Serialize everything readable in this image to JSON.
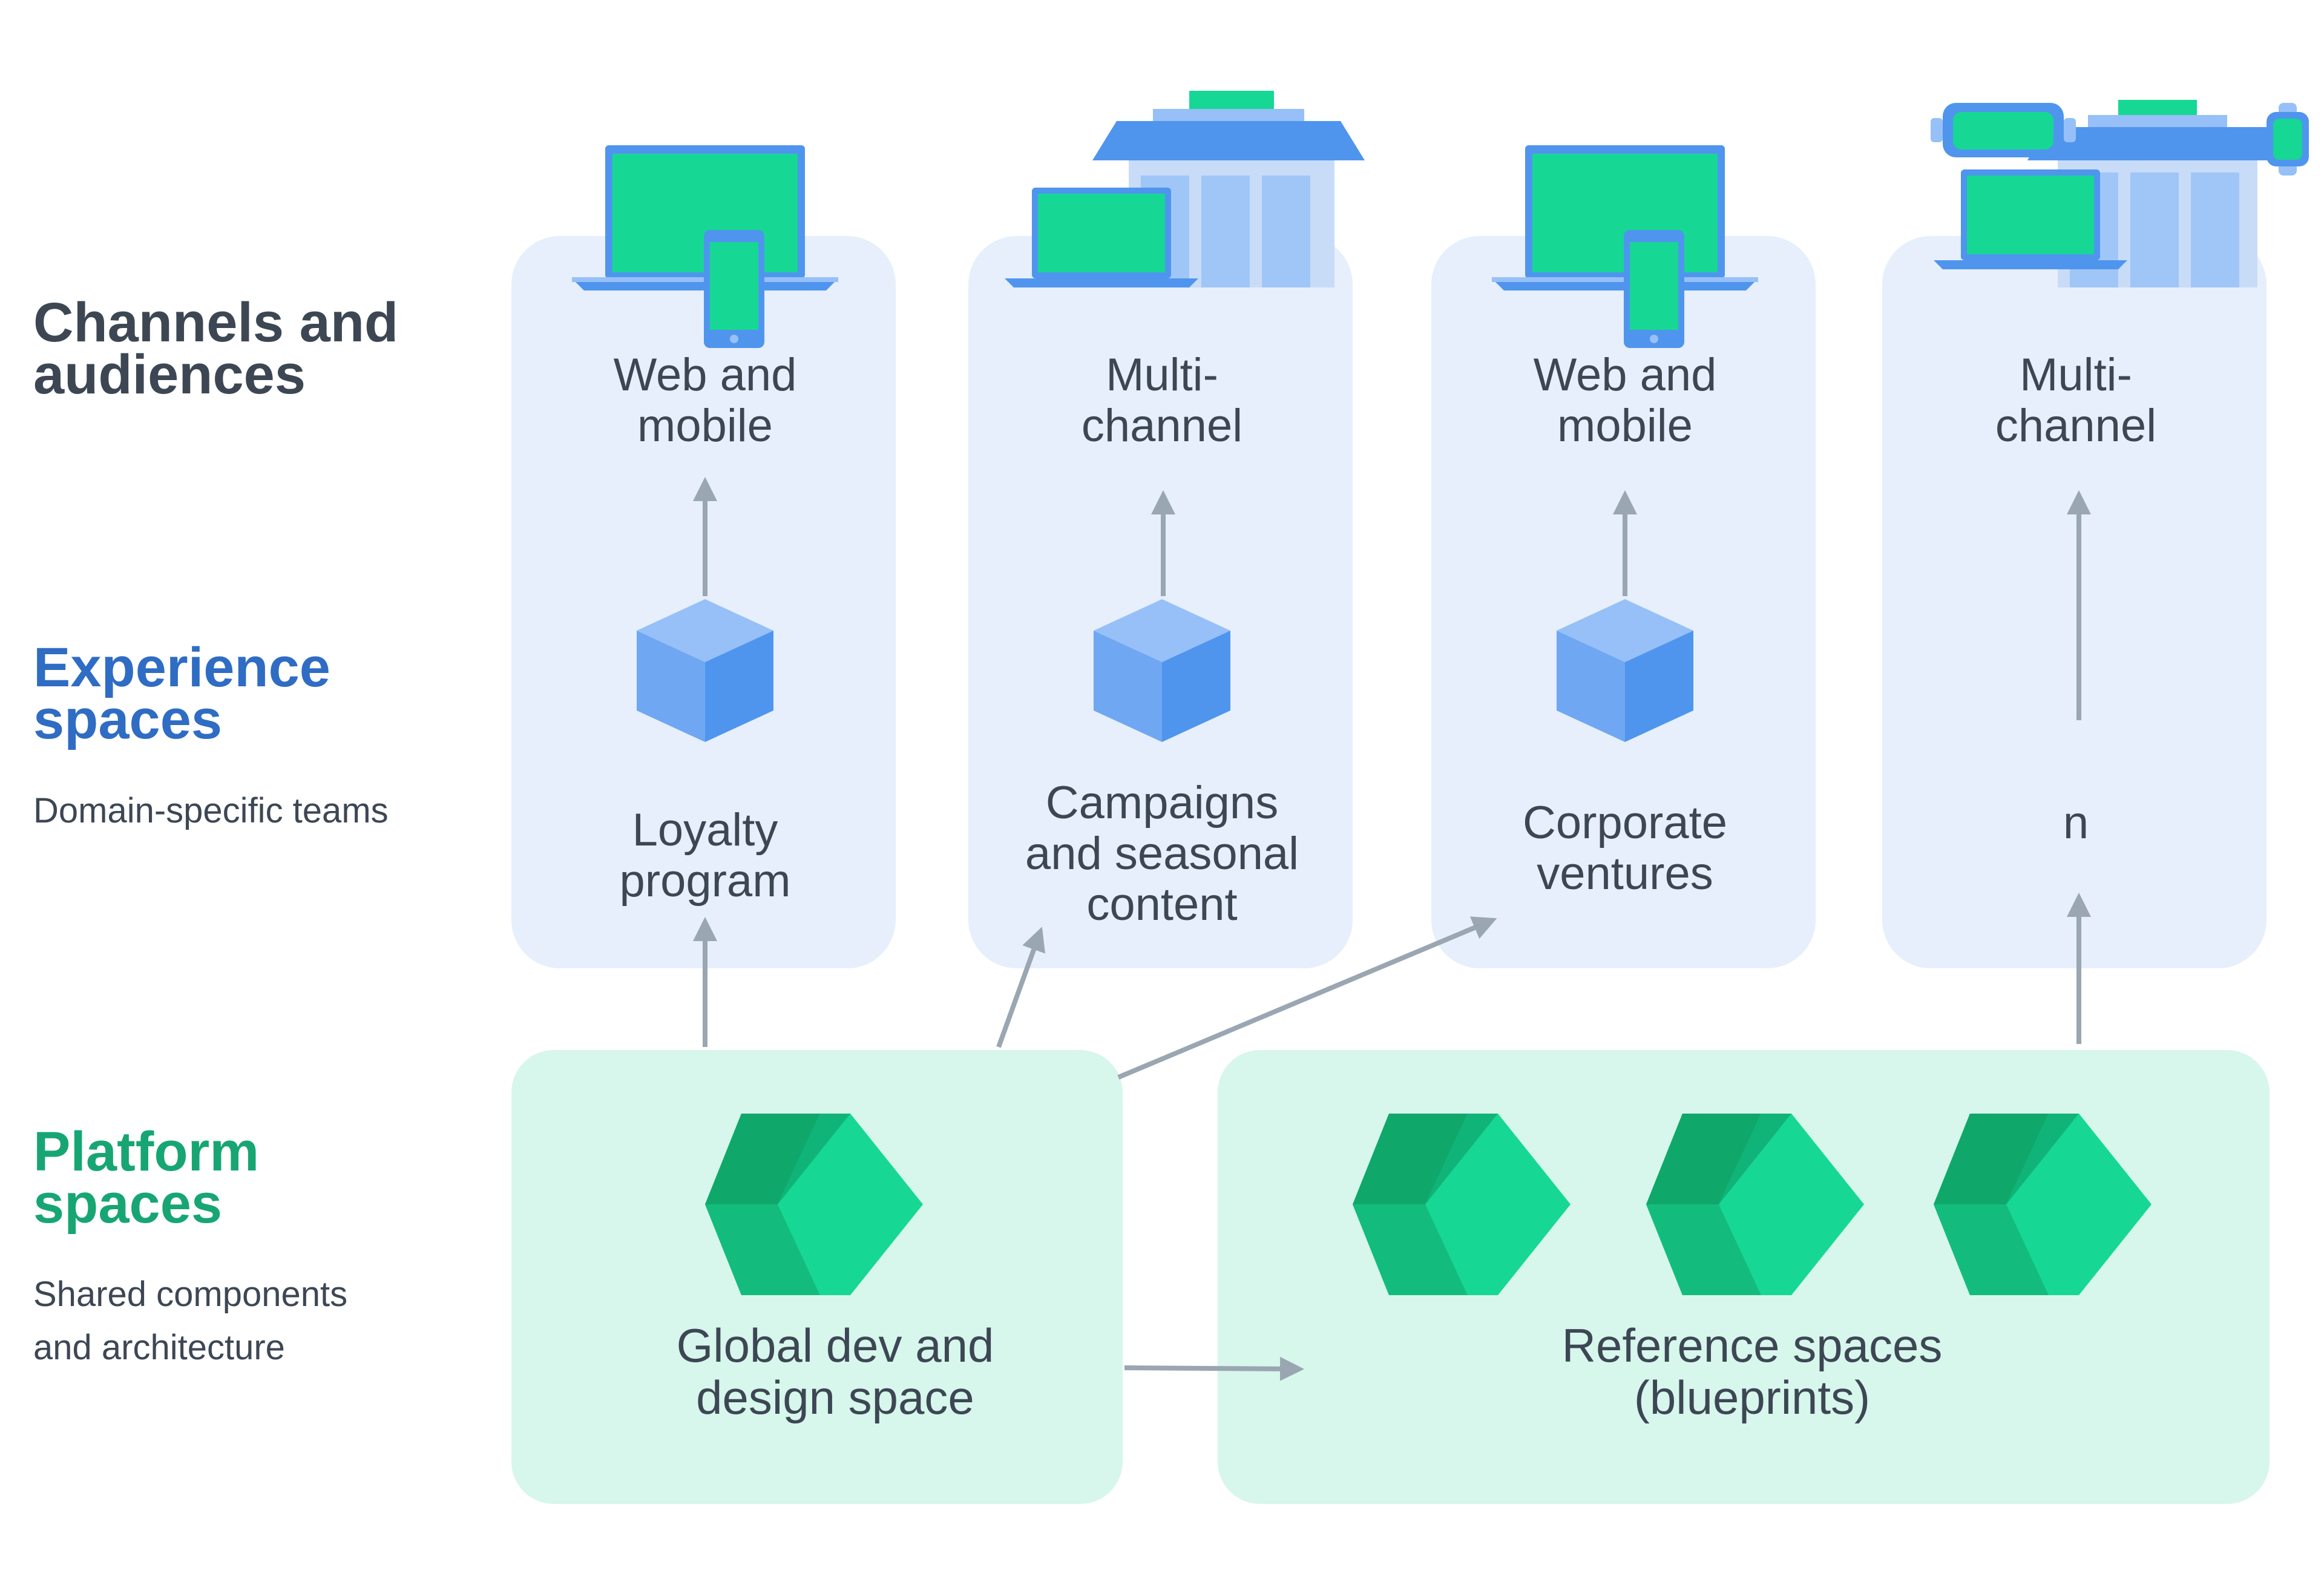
{
  "sections": {
    "channels": {
      "title": "Channels and\naudiences",
      "color": "#3d4754"
    },
    "experience": {
      "title": "Experience\nspaces",
      "subtitle": "Domain-specific teams",
      "color": "#2f6cc4"
    },
    "platform": {
      "title": "Platform\nspaces",
      "subtitle": "Shared components\nand architecture",
      "color": "#17a673"
    }
  },
  "columns": [
    {
      "channel": "Web and\nmobile",
      "experience": "Loyalty\nprogram",
      "icon": "laptop-phone-icon",
      "space_icon": "cube-icon"
    },
    {
      "channel": "Multi-\nchannel",
      "experience": "Campaigns\nand seasonal\ncontent",
      "icon": "laptop-store-icon",
      "space_icon": "cube-icon"
    },
    {
      "channel": "Web and\nmobile",
      "experience": "Corporate\nventures",
      "icon": "laptop-phone-icon",
      "space_icon": "cube-icon"
    },
    {
      "channel": "Multi-\nchannel",
      "experience": "n",
      "icon": "vr-store-watch-laptop-icon",
      "space_icon": ""
    }
  ],
  "platform": {
    "global": "Global dev and\ndesign space",
    "reference": "Reference spaces\n(blueprints)"
  },
  "colors": {
    "experience_bg": "#e6effb",
    "platform_bg": "#d7f6ec",
    "arrow": "#9aa6b2",
    "green": "#16d894",
    "green_dark": "#0fa86a",
    "blue": "#4f95ee",
    "blue_light": "#96c0f7"
  }
}
